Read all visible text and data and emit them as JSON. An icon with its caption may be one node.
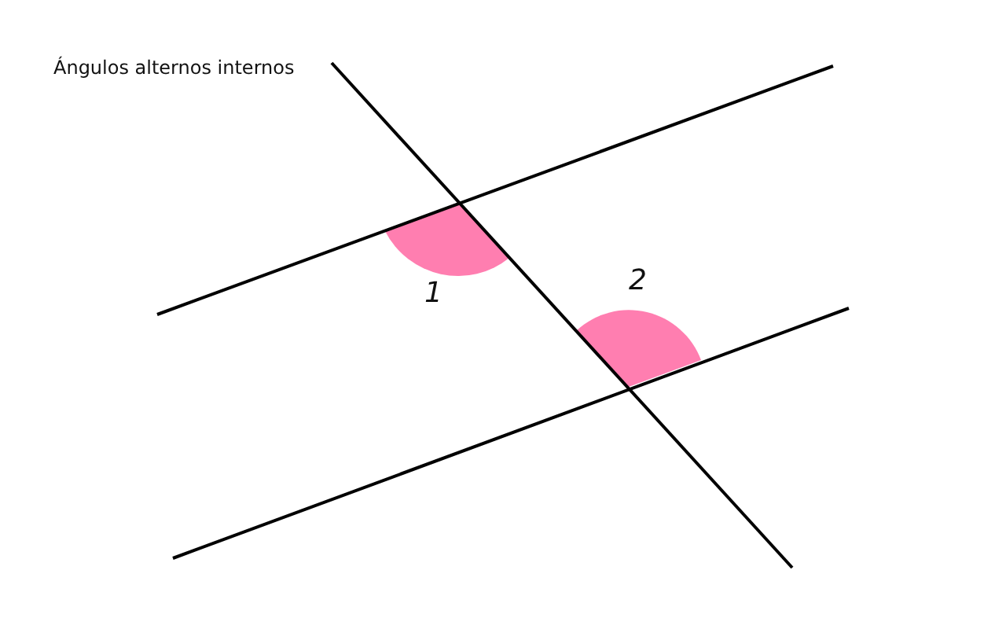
{
  "diagram": {
    "title": "Ángulos alternos internos",
    "labels": [
      "1",
      "2"
    ]
  }
}
